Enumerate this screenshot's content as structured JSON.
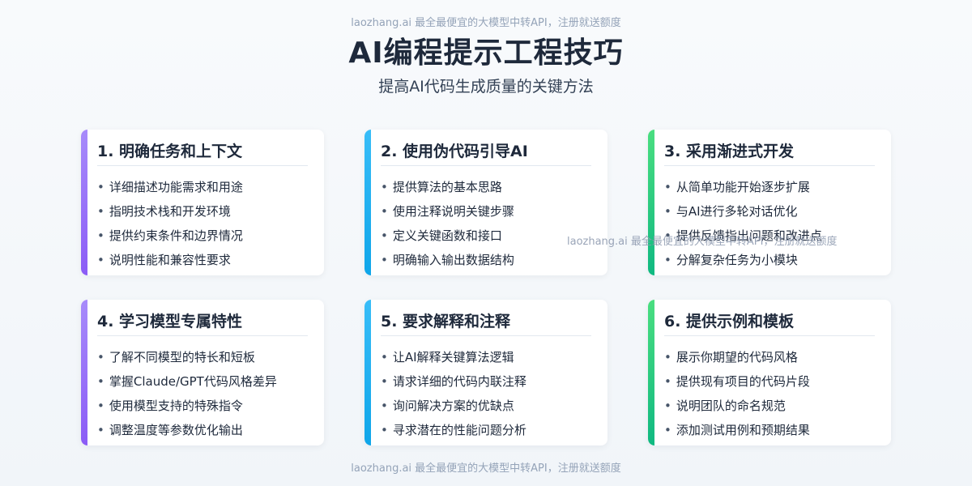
{
  "watermark": "laozhang.ai 最全最便宜的大模型中转API，注册就送额度",
  "header": {
    "title": "AI编程提示工程技巧",
    "subtitle": "提高AI代码生成质量的关键方法"
  },
  "colors": {
    "purple": "#8b5cf6",
    "blue": "#0ea5e9",
    "green": "#10b981"
  },
  "cards": [
    {
      "title": "1. 明确任务和上下文",
      "accent": "purple",
      "items": [
        "详细描述功能需求和用途",
        "指明技术栈和开发环境",
        "提供约束条件和边界情况",
        "说明性能和兼容性要求"
      ]
    },
    {
      "title": "2. 使用伪代码引导AI",
      "accent": "blue",
      "items": [
        "提供算法的基本思路",
        "使用注释说明关键步骤",
        "定义关键函数和接口",
        "明确输入输出数据结构"
      ]
    },
    {
      "title": "3. 采用渐进式开发",
      "accent": "green",
      "items": [
        "从简单功能开始逐步扩展",
        "与AI进行多轮对话优化",
        "提供反馈指出问题和改进点",
        "分解复杂任务为小模块"
      ]
    },
    {
      "title": "4. 学习模型专属特性",
      "accent": "purple",
      "items": [
        "了解不同模型的特长和短板",
        "掌握Claude/GPT代码风格差异",
        "使用模型支持的特殊指令",
        "调整温度等参数优化输出"
      ]
    },
    {
      "title": "5. 要求解释和注释",
      "accent": "blue",
      "items": [
        "让AI解释关键算法逻辑",
        "请求详细的代码内联注释",
        "询问解决方案的优缺点",
        "寻求潜在的性能问题分析"
      ]
    },
    {
      "title": "6. 提供示例和模板",
      "accent": "green",
      "items": [
        "展示你期望的代码风格",
        "提供现有项目的代码片段",
        "说明团队的命名规范",
        "添加测试用例和预期结果"
      ]
    }
  ]
}
